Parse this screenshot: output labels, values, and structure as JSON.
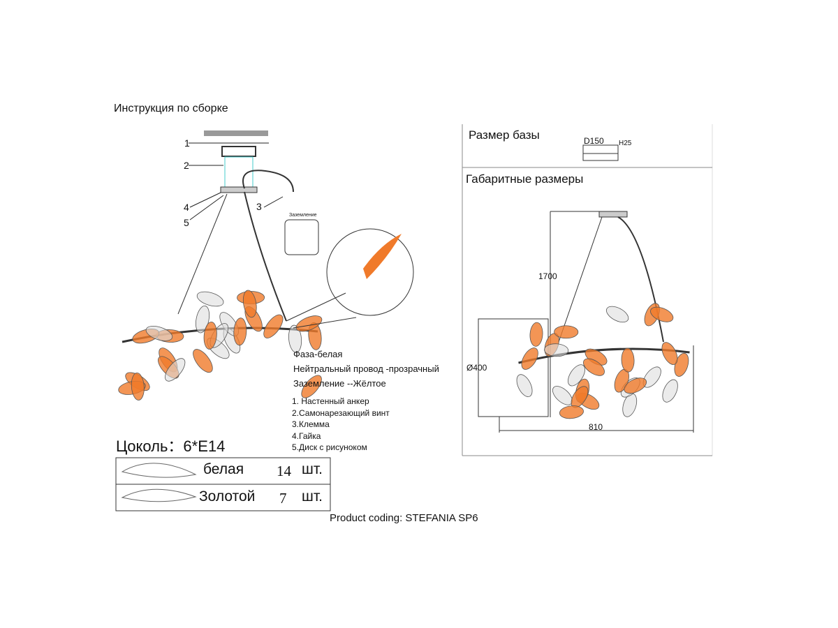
{
  "title": "Инструкция по сборке",
  "callouts": [
    "1",
    "2",
    "3",
    "4",
    "5"
  ],
  "grounding_label": "Заземление",
  "wiring": [
    "Фаза-белая",
    "Нейтральный провод -прозрачный",
    "Заземление --Жёлтое"
  ],
  "parts": [
    "1. Настенный анкер",
    "2.Самонарезающий винт",
    "3.Клемма",
    "4.Гайка",
    "5.Диск с рисуноком"
  ],
  "socket": "Цоколь：6*E14",
  "leaves": [
    {
      "color_name": "белая",
      "count": "14",
      "unit": "шт.",
      "color": "#8a8a8a"
    },
    {
      "color_name": "Золотой",
      "count": "7",
      "unit": "шт.",
      "color": "#8a8a8a"
    }
  ],
  "product_coding": "Product coding: STEFANIA SP6",
  "base": {
    "label": "Размер базы",
    "diameter": "D150",
    "height": "H25"
  },
  "dimensions": {
    "label": "Габаритные размеры",
    "height": "1700",
    "diameter": "Ø400",
    "width": "810"
  },
  "colors": {
    "leaf_orange": "#f07a2a",
    "leaf_gray": "#555555"
  }
}
